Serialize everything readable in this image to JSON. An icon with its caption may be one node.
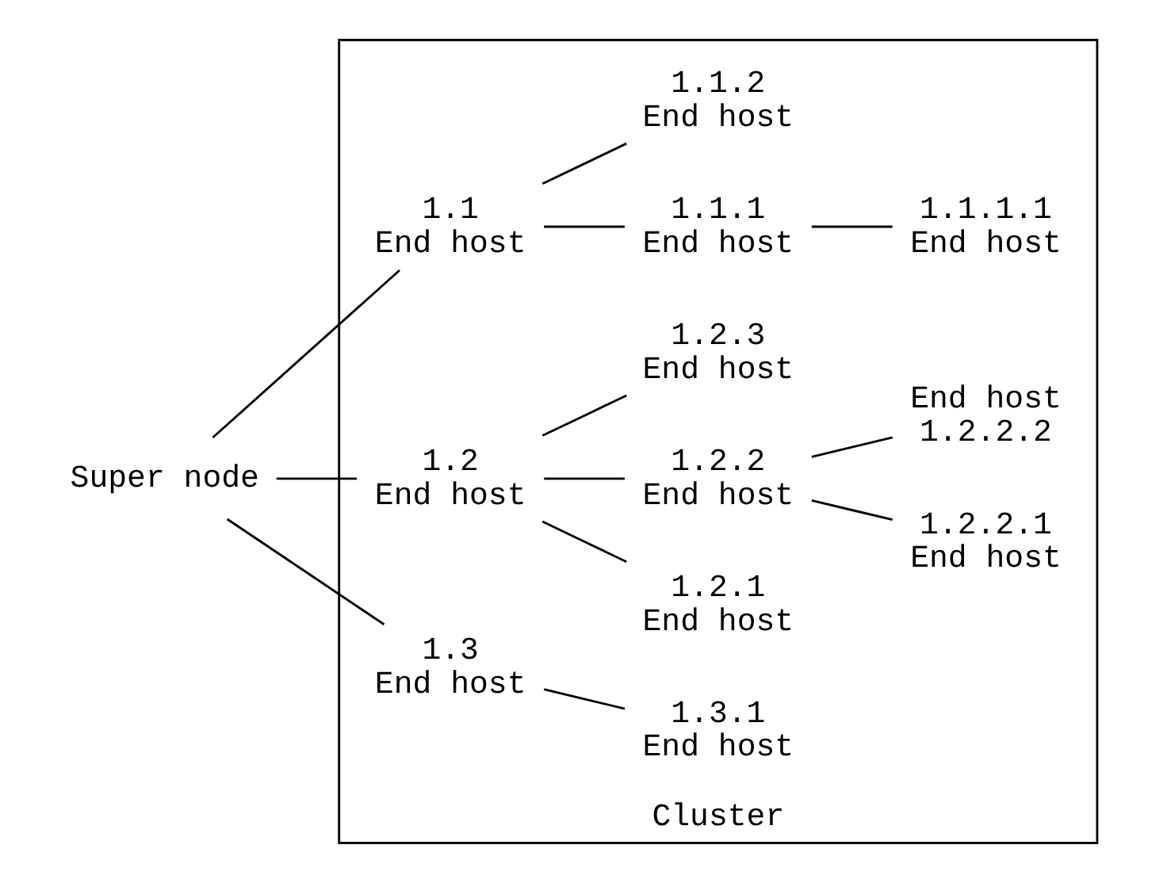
{
  "diagram": {
    "nodes": [
      {
        "text": [
          "Cluster"
        ]
      },
      {
        "text": [
          "Super node"
        ]
      },
      {
        "text": [
          "1.1",
          "End host"
        ],
        "in": 0
      },
      {
        "text": [
          "1.1.1",
          "End host"
        ],
        "in": 0
      },
      {
        "text": [
          "1.1.1.1",
          "End host"
        ],
        "in": 0
      },
      {
        "text": [
          "1.1.2",
          "End host"
        ],
        "in": 0
      },
      {
        "text": [
          "1.2.1",
          "End host"
        ],
        "in": 0
      },
      {
        "text": [
          "1.2.2.1",
          "End host"
        ],
        "in": 0
      },
      {
        "text": [
          "1.2",
          "End host"
        ],
        "in": 0
      },
      {
        "text": [
          "1.2.2",
          "End host"
        ],
        "in": 0
      },
      {
        "text": [
          "End host",
          "1.2.2.2"
        ],
        "in": 0
      },
      {
        "text": [
          "1.2.3",
          "End host"
        ],
        "in": 0
      },
      {
        "text": [
          "1.3",
          "End host"
        ],
        "in": 0
      },
      {
        "text": [
          "1.3.1",
          "End host"
        ],
        "in": 0
      }
    ],
    "edges": [
      {
        "from": 1,
        "to": 2,
        "arrow": "none"
      },
      {
        "from": 1,
        "to": 8,
        "arrow": "none"
      },
      {
        "from": 1,
        "to": 12,
        "arrow": "none"
      },
      {
        "from": 2,
        "to": 3,
        "arrow": "none"
      },
      {
        "from": 2,
        "to": 5,
        "arrow": "none"
      },
      {
        "from": 3,
        "to": 4,
        "arrow": "none"
      },
      {
        "from": 8,
        "to": 6,
        "arrow": "none"
      },
      {
        "from": 8,
        "to": 9,
        "arrow": "none"
      },
      {
        "from": 8,
        "to": 11,
        "arrow": "none"
      },
      {
        "from": 9,
        "to": 7,
        "arrow": "none"
      },
      {
        "from": 9,
        "to": 10,
        "arrow": "none"
      },
      {
        "from": 12,
        "to": 13,
        "arrow": "none"
      }
    ]
  }
}
